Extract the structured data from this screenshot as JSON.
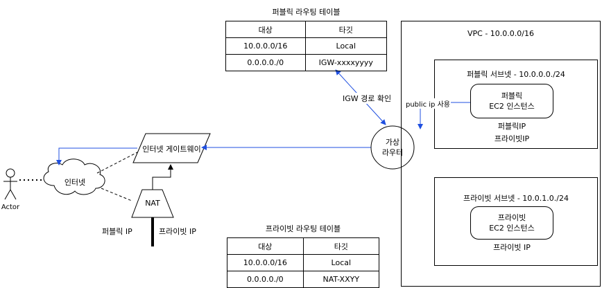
{
  "public_route_table": {
    "title": "퍼블릭 라우팅 테이블",
    "header": [
      "대상",
      "타깃"
    ],
    "rows": [
      [
        "10.0.0.0/16",
        "Local"
      ],
      [
        "0.0.0.0./0",
        "IGW-xxxxyyyy"
      ]
    ]
  },
  "private_route_table": {
    "title": "프라이빗 라우팅 테이블",
    "header": [
      "대상",
      "타깃"
    ],
    "rows": [
      [
        "10.0.0.0/16",
        "Local"
      ],
      [
        "0.0.0.0./0",
        "NAT-XXYY"
      ]
    ]
  },
  "vpc": {
    "label": "VPC - 10.0.0.0/16",
    "public_subnet": {
      "label": "퍼블릭 서브넷 - 10.0.0.0./24",
      "instance_line1": "퍼블릭",
      "instance_line2": "EC2 인스턴스",
      "public_ip": "퍼블릭IP",
      "private_ip": "프라이빗IP"
    },
    "private_subnet": {
      "label": "프라이빗 서브넷 - 10.0.1.0./24",
      "instance_line1": "프라이빗",
      "instance_line2": "EC2 인스턴스",
      "private_ip": "프라이빗 IP"
    }
  },
  "router": {
    "line1": "가상",
    "line2": "라우터"
  },
  "igw": {
    "label": "인터넷 게이트웨이"
  },
  "internet": {
    "label": "인터넷"
  },
  "actor": {
    "label": "Actor"
  },
  "nat": {
    "label": "NAT",
    "public_ip": "퍼블릭 IP",
    "private_ip": "프라이빗 IP"
  },
  "edge_labels": {
    "igw_check": "IGW  경로 확인",
    "public_ip_use": "public ip 사용"
  },
  "colors": {
    "arrow": "#1f4fe0",
    "line": "#000000"
  }
}
